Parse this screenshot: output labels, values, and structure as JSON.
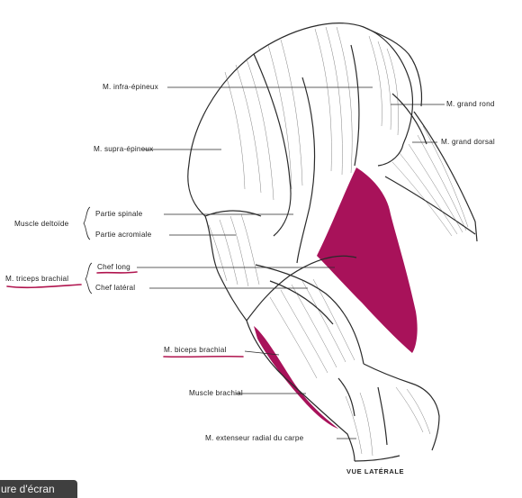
{
  "labels": {
    "infra_epineux": "M. infra-épineux",
    "supra_epineux": "M. supra-épineux",
    "muscle_deltoide": "Muscle deltoïde",
    "partie_spinale": "Partie spinale",
    "partie_acromiale": "Partie acromiale",
    "triceps_brachial": "M. triceps brachial",
    "chef_long": "Chef long",
    "chef_lateral": "Chef latéral",
    "biceps_brachial": "M. biceps brachial",
    "muscle_brachial": "Muscle brachial",
    "extenseur_radial": "M. extenseur radial du carpe",
    "grand_rond": "M. grand rond",
    "grand_dorsal": "M. grand dorsal",
    "vue_laterale": "VUE LATÉRALE"
  },
  "tooltip": {
    "text": "ure d'écran"
  },
  "colors": {
    "highlight_magenta": "#a8125a",
    "underline_red": "#b0144e",
    "ink": "#2a2a2a"
  }
}
